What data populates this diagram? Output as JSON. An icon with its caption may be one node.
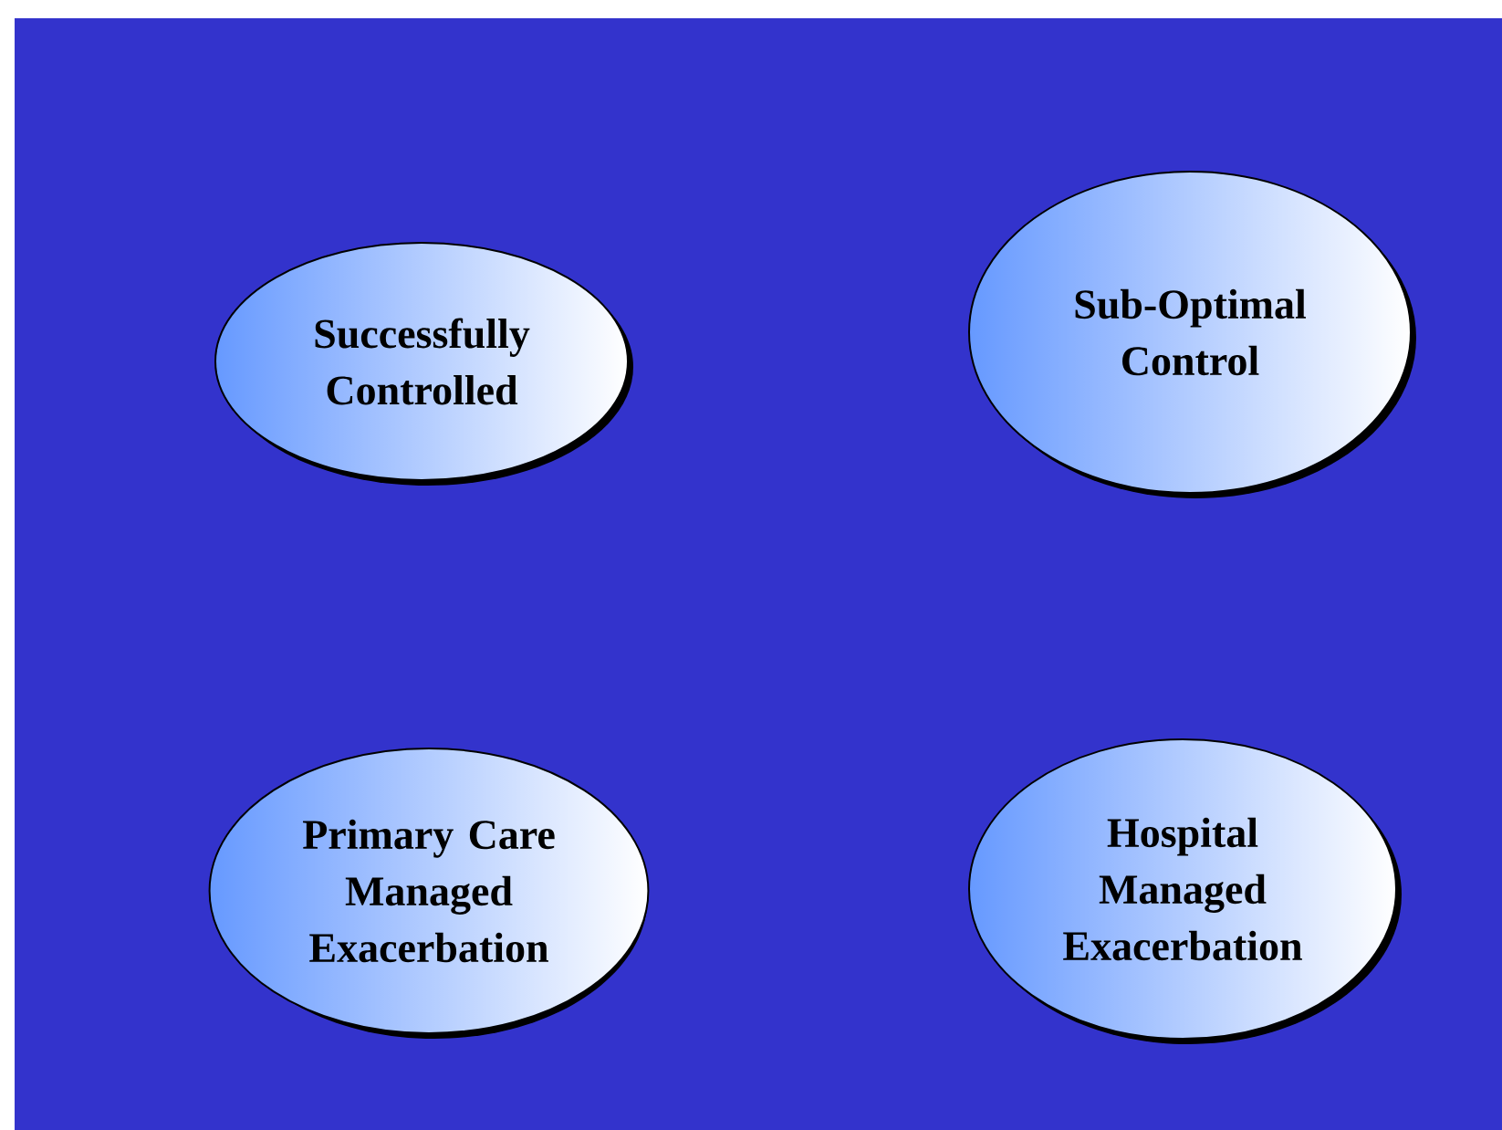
{
  "diagram": {
    "nodes": [
      {
        "text": [
          "Successfully Controlled"
        ]
      },
      {
        "text": [
          "Sub-Optimal Control"
        ]
      },
      {
        "text": [
          "Primary Care Managed Exacerbation"
        ]
      },
      {
        "text": [
          "Hospital Managed Exacerbation"
        ]
      }
    ]
  }
}
